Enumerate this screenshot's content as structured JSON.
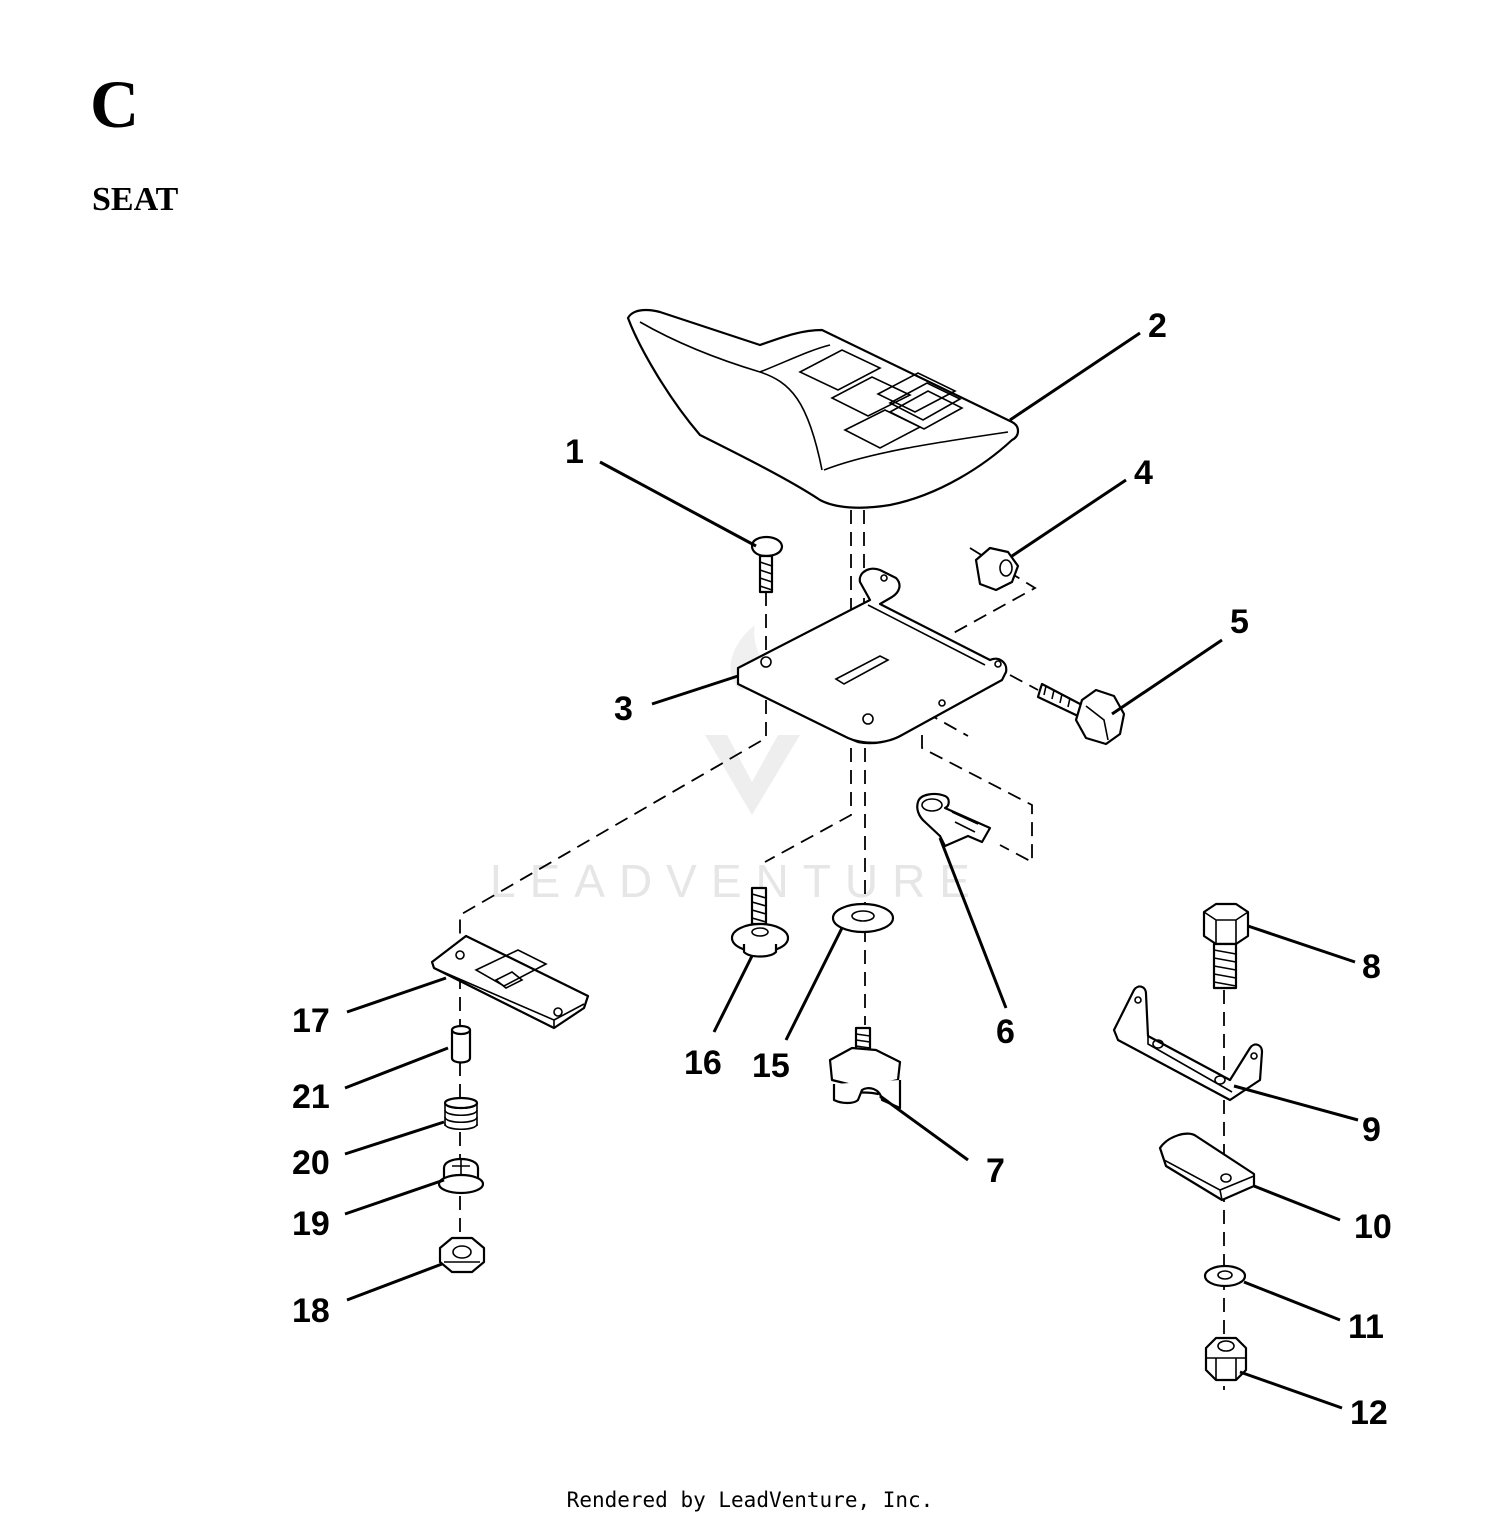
{
  "header": {
    "section_letter": "C",
    "section_title": "SEAT"
  },
  "watermark": {
    "text": "LEADVENTURE"
  },
  "callouts": {
    "c1": "1",
    "c2": "2",
    "c3": "3",
    "c4": "4",
    "c5": "5",
    "c6": "6",
    "c7": "7",
    "c8": "8",
    "c9": "9",
    "c10": "10",
    "c11": "11",
    "c12": "12",
    "c15": "15",
    "c16": "16",
    "c17": "17",
    "c18": "18",
    "c19": "19",
    "c20": "20",
    "c21": "21"
  },
  "footer": {
    "text": "Rendered by LeadVenture, Inc."
  }
}
